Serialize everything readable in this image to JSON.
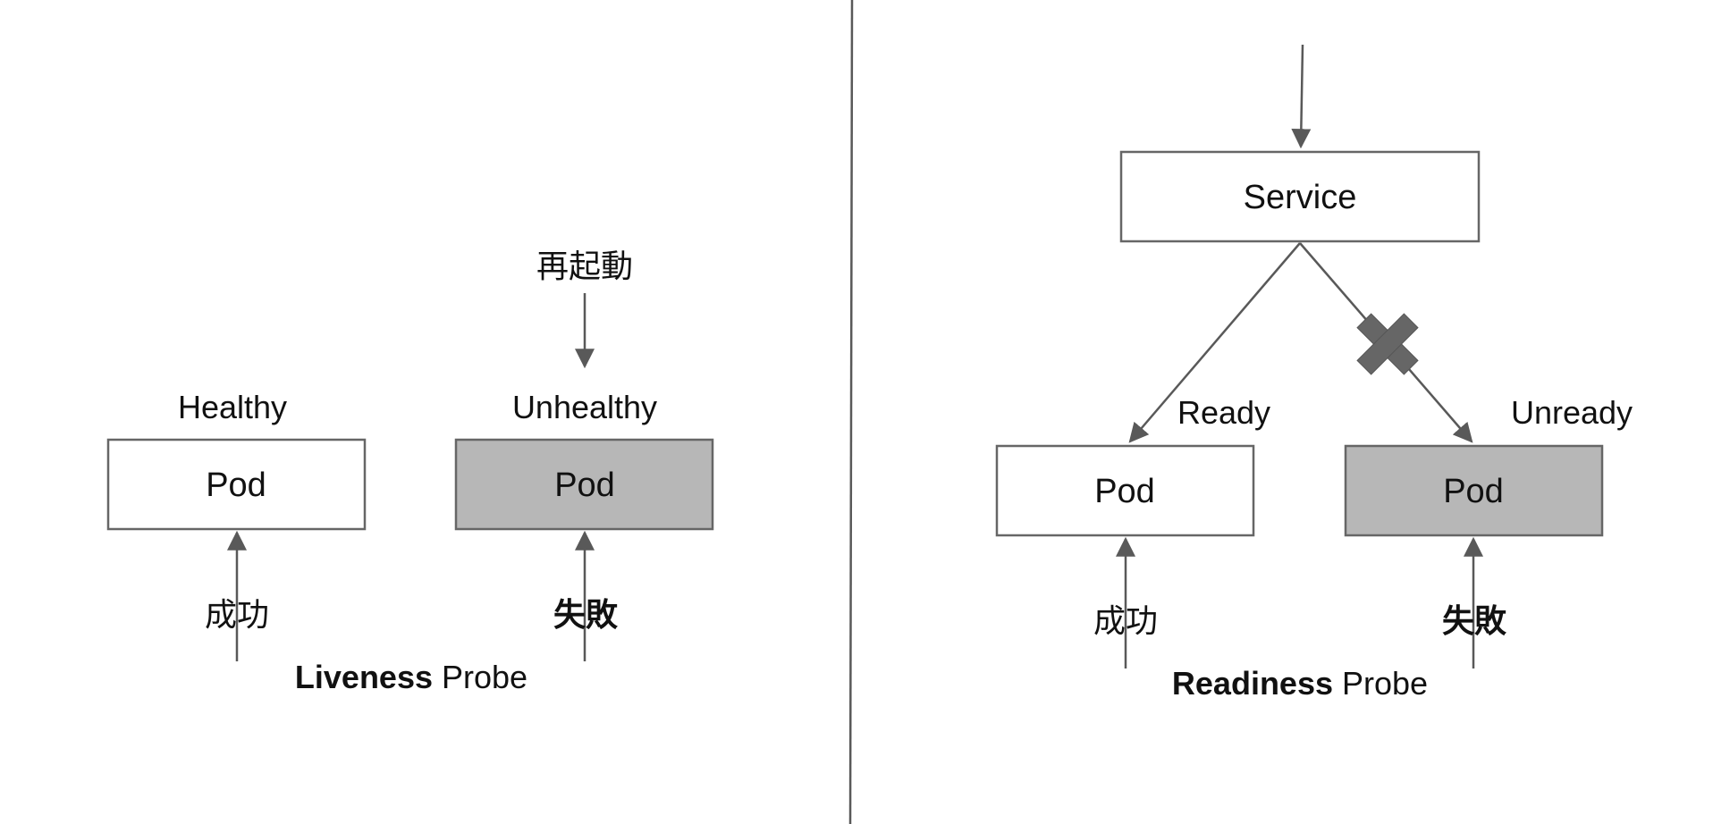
{
  "colors": {
    "healthy_fill": "#ffffff",
    "unhealthy_fill": "#b7b7b7",
    "stroke": "#666666",
    "arrow": "#595959",
    "text": "#111111",
    "block_icon": "#666666"
  },
  "liveness": {
    "title_bold": "Liveness",
    "title_rest": " Probe",
    "healthy": {
      "state_label": "Healthy",
      "pod_label": "Pod",
      "probe_result": "成功"
    },
    "unhealthy": {
      "action_label": "再起動",
      "state_label": "Unhealthy",
      "pod_label": "Pod",
      "probe_result": "失敗"
    }
  },
  "readiness": {
    "title_bold": "Readiness",
    "title_rest": " Probe",
    "service_label": "Service",
    "ready": {
      "state_label": "Ready",
      "pod_label": "Pod",
      "probe_result": "成功"
    },
    "unready": {
      "state_label": "Unready",
      "pod_label": "Pod",
      "probe_result": "失敗",
      "blocked_icon": "x-mark-icon"
    }
  }
}
